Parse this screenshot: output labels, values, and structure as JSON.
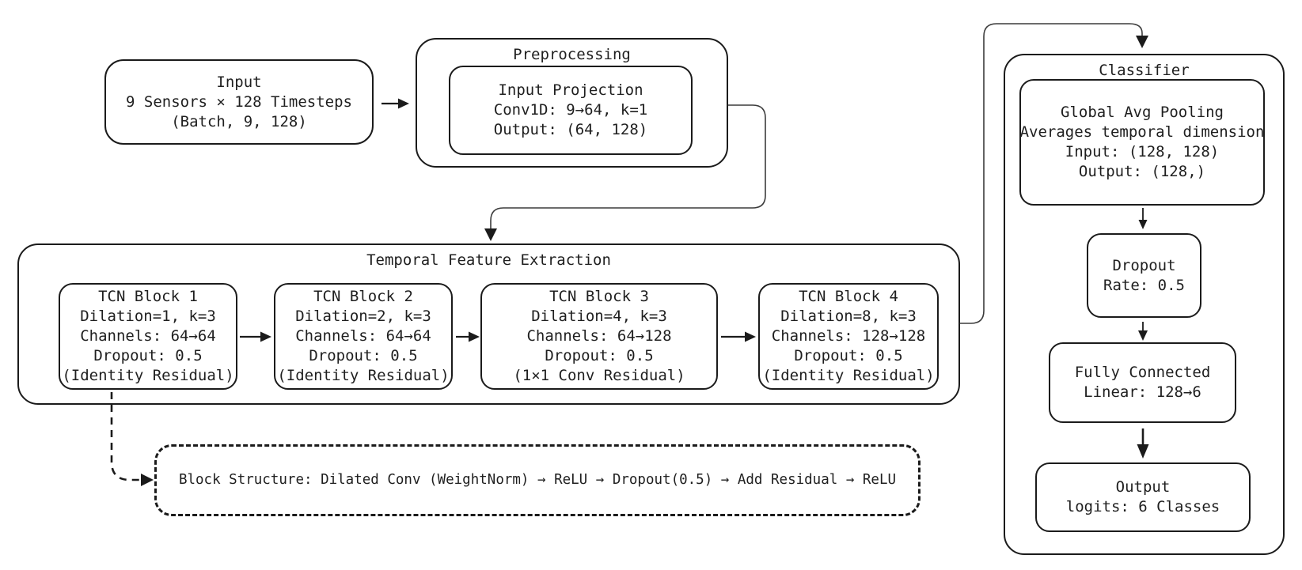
{
  "diagram": {
    "colors": {
      "stroke": "#1b1b1b",
      "thin_connector": "#3c3c3c",
      "background": "#ffffff"
    },
    "input_box": {
      "lines": [
        "Input",
        "9 Sensors × 128 Timesteps",
        "(Batch, 9, 128)"
      ]
    },
    "preprocessing": {
      "title": "Preprocessing",
      "input_projection": {
        "lines": [
          "Input Projection",
          "Conv1D: 9→64, k=1",
          "Output: (64, 128)"
        ]
      }
    },
    "temporal_feature_extraction": {
      "title": "Temporal Feature Extraction",
      "blocks": [
        {
          "lines": [
            "TCN Block 1",
            "Dilation=1, k=3",
            "Channels: 64→64",
            "Dropout: 0.5",
            "(Identity Residual)"
          ]
        },
        {
          "lines": [
            "TCN Block 2",
            "Dilation=2, k=3",
            "Channels: 64→64",
            "Dropout: 0.5",
            "(Identity Residual)"
          ]
        },
        {
          "lines": [
            "TCN Block 3",
            "Dilation=4, k=3",
            "Channels: 64→128",
            "Dropout: 0.5",
            "(1×1 Conv Residual)"
          ]
        },
        {
          "lines": [
            "TCN Block 4",
            "Dilation=8, k=3",
            "Channels: 128→128",
            "Dropout: 0.5",
            "(Identity Residual)"
          ]
        }
      ]
    },
    "block_structure_note": "Block Structure: Dilated Conv (WeightNorm) → ReLU → Dropout(0.5) → Add Residual → ReLU",
    "classifier": {
      "title": "Classifier",
      "global_avg_pooling": {
        "lines": [
          "Global Avg Pooling",
          "Averages temporal dimension",
          "Input: (128, 128)",
          "Output: (128,)"
        ]
      },
      "dropout": {
        "lines": [
          "Dropout",
          "Rate: 0.5"
        ]
      },
      "fully_connected": {
        "lines": [
          "Fully Connected",
          "Linear: 128→6"
        ]
      },
      "output": {
        "lines": [
          "Output",
          "logits: 6 Classes"
        ]
      }
    }
  }
}
